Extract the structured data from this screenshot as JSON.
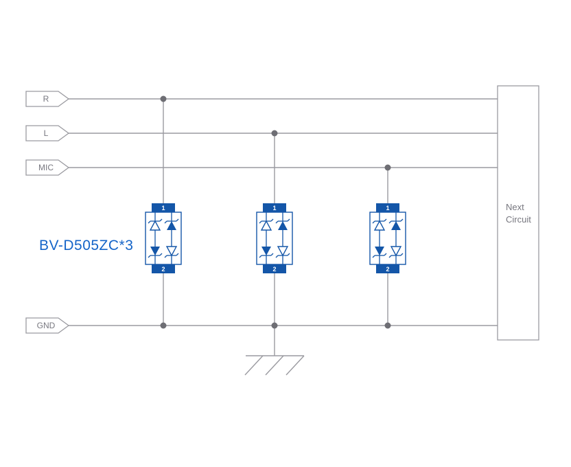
{
  "diagram": {
    "part_label": "BV-D505ZC*3",
    "connectors": [
      {
        "label": "R"
      },
      {
        "label": "L"
      },
      {
        "label": "MIC"
      },
      {
        "label": "GND"
      }
    ],
    "next_circuit": {
      "line1": "Next",
      "line2": "Circuit"
    },
    "pins": {
      "p1": "1",
      "p2": "2"
    },
    "colors": {
      "wire": "#9a9aa0",
      "label_text": "#77777f",
      "component_blue": "#1456a8",
      "part_label_blue": "#1464c8",
      "junction": "#6e6e74",
      "background": "#ffffff"
    }
  }
}
